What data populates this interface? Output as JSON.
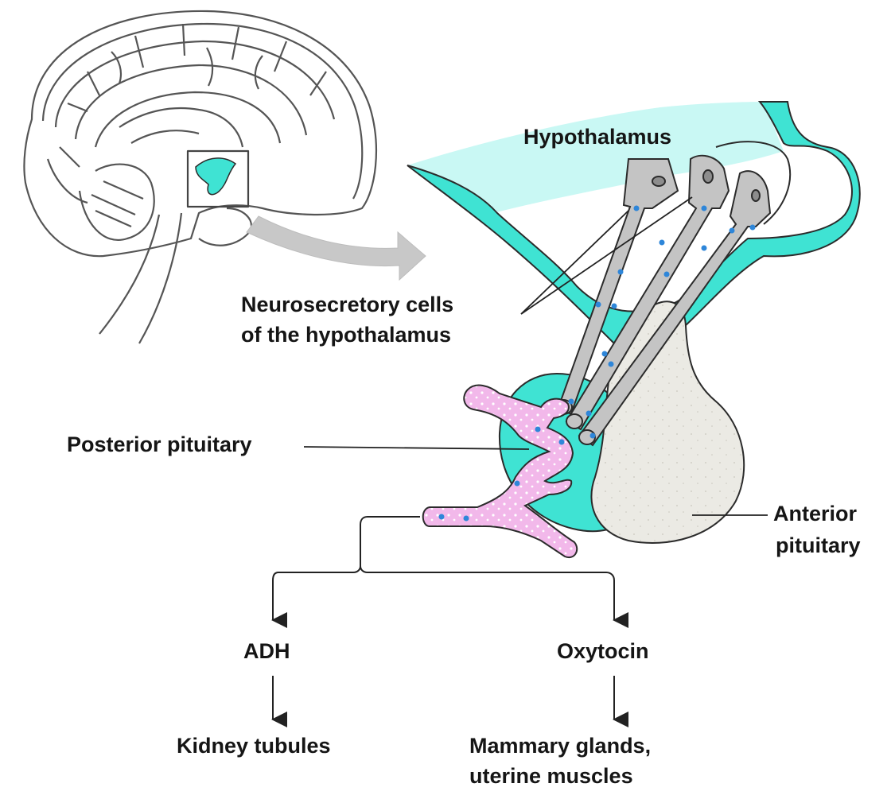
{
  "labels": {
    "hypothalamus": "Hypothalamus",
    "neurosecretory_line1": "Neurosecretory cells",
    "neurosecretory_line2": "of the hypothalamus",
    "posterior_pituitary": "Posterior pituitary",
    "anterior_line1": "Anterior",
    "anterior_line2": "pituitary",
    "adh": "ADH",
    "oxytocin": "Oxytocin",
    "kidney": "Kidney tubules",
    "mammary_line1": "Mammary glands,",
    "mammary_line2": "uterine muscles"
  },
  "colors": {
    "hypothalamus_fill": "#3fe3d3",
    "hypothalamus_light": "#c9f8f4",
    "cell_fill": "#c4c4c4",
    "anterior_fill": "#ebeae4",
    "vessel_fill": "#f2b8ea",
    "hormone_dot": "#2e86d9",
    "outline": "#2b2b2b",
    "arrow_gray": "#c8c8c8"
  },
  "icons": {
    "brain": "brain-sagittal-icon",
    "zoom_arrow": "zoom-arrow-icon"
  }
}
